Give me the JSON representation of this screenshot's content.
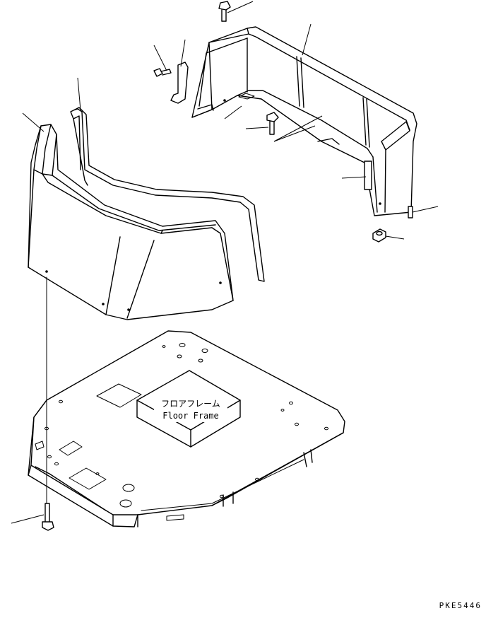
{
  "label_box": {
    "line_ja": "フロアフレーム",
    "line_en": "Floor Frame"
  },
  "drawing_code": "PKE5446"
}
